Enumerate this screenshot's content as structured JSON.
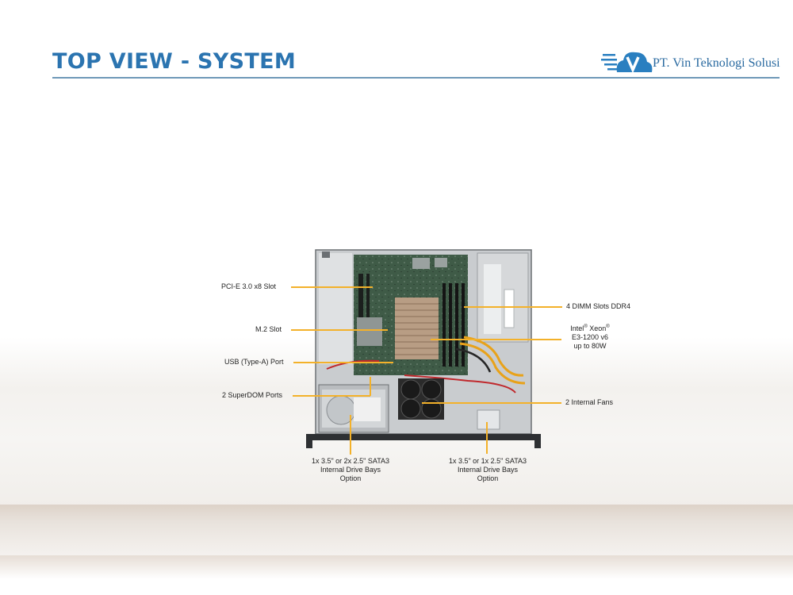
{
  "slide": {
    "title": "TOP VIEW - SYSTEM",
    "brand": {
      "name": "PT. Vin Teknologi Solusi",
      "logo_icon": "cloud-v-icon",
      "color": "#2a6aa0"
    },
    "accent_color": "#f3b12a",
    "title_color": "#2b74b0"
  },
  "callouts": {
    "pcie": "PCI-E 3.0 x8 Slot",
    "m2": "M.2 Slot",
    "usb": "USB (Type-A) Port",
    "superdom": "2 SuperDOM Ports",
    "dimm": "4 DIMM Slots DDR4",
    "cpu": {
      "line1": "Intel",
      "reg1": "®",
      "mid": " Xeon",
      "reg2": "®",
      "line2": "E3-1200 v6",
      "line3": "up to 80W"
    },
    "fans": "2 Internal  Fans",
    "bay_left": {
      "line1": "1x 3.5\" or 2x 2.5\" SATA3",
      "line2": "Internal  Drive Bays",
      "line3": "Option"
    },
    "bay_right": {
      "line1": "1x 3.5\" or 1x 2.5\" SATA3",
      "line2": "Internal  Drive Bays",
      "line3": "Option"
    }
  }
}
